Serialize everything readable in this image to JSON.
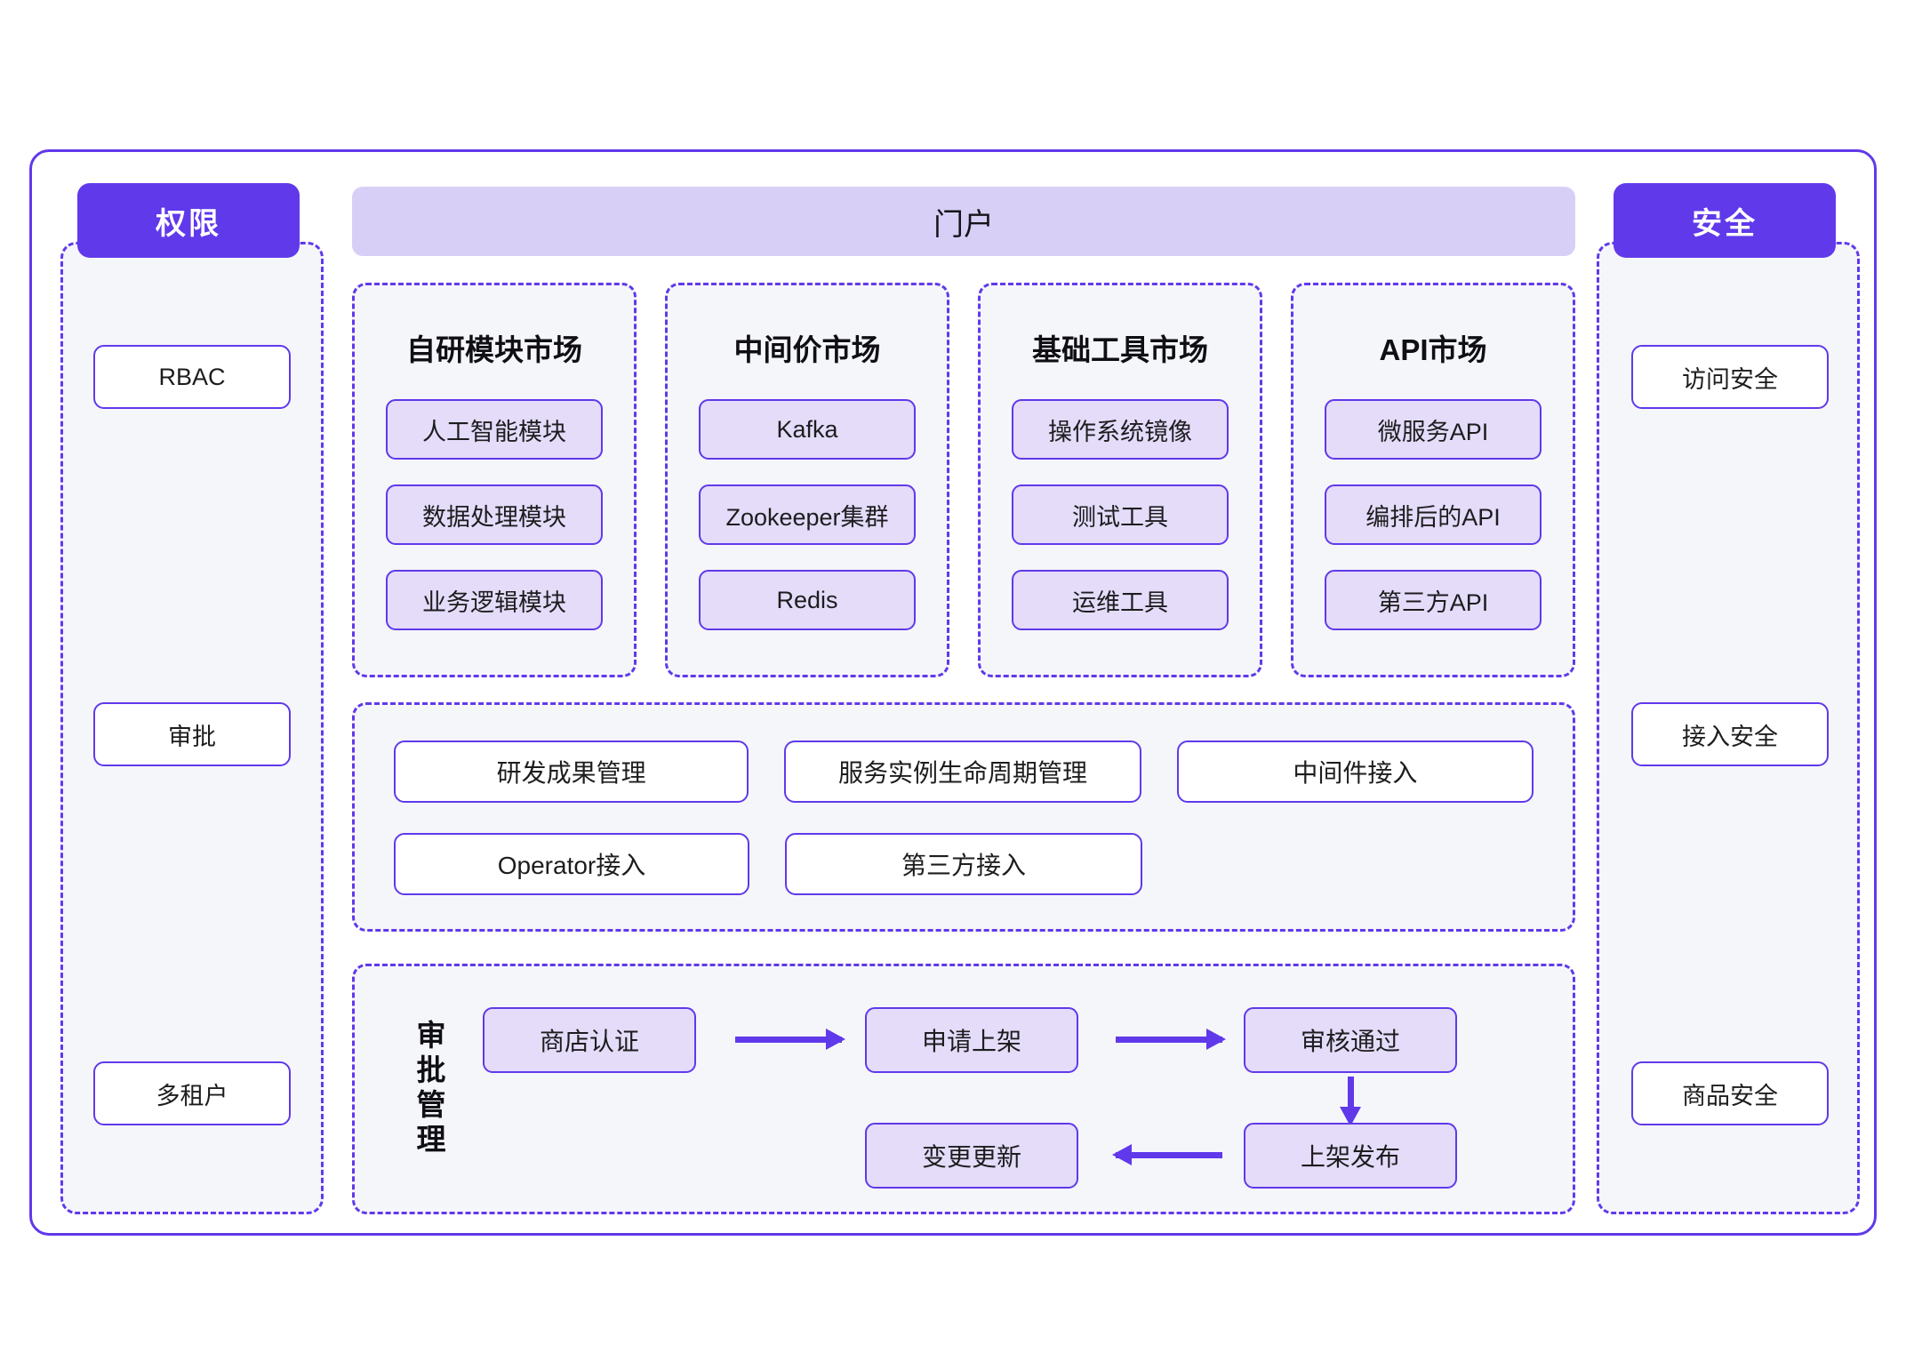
{
  "colors": {
    "brand": "#6039EB",
    "portal_bar": "#d8cff7",
    "chip_fill": "#e4dcf9",
    "panel_fill": "#f5f6fa",
    "white": "#ffffff",
    "text": "#1d1d1f"
  },
  "portal": {
    "title": "门户"
  },
  "left_pillar": {
    "badge": "权限",
    "items": [
      {
        "label": "RBAC"
      },
      {
        "label": "审批"
      },
      {
        "label": "多租户"
      }
    ]
  },
  "right_pillar": {
    "badge": "安全",
    "items": [
      {
        "label": "访问安全"
      },
      {
        "label": "接入安全"
      },
      {
        "label": "商品安全"
      }
    ]
  },
  "markets": [
    {
      "title": "自研模块市场",
      "items": [
        "人工智能模块",
        "数据处理模块",
        "业务逻辑模块"
      ]
    },
    {
      "title": "中间价市场",
      "items": [
        "Kafka",
        "Zookeeper集群",
        "Redis"
      ]
    },
    {
      "title": "基础工具市场",
      "items": [
        "操作系统镜像",
        "测试工具",
        "运维工具"
      ]
    },
    {
      "title": "API市场",
      "items": [
        "微服务API",
        "编排后的API",
        "第三方API"
      ]
    }
  ],
  "capabilities": {
    "row1": [
      "研发成果管理",
      "服务实例生命周期管理",
      "中间件接入"
    ],
    "row2": [
      "Operator接入",
      "第三方接入"
    ]
  },
  "approval": {
    "label": "审批管理",
    "nodes": {
      "shop_cert": "商店认证",
      "apply_listing": "申请上架",
      "review_passed": "审核通过",
      "publish": "上架发布",
      "change_update": "变更更新"
    }
  }
}
